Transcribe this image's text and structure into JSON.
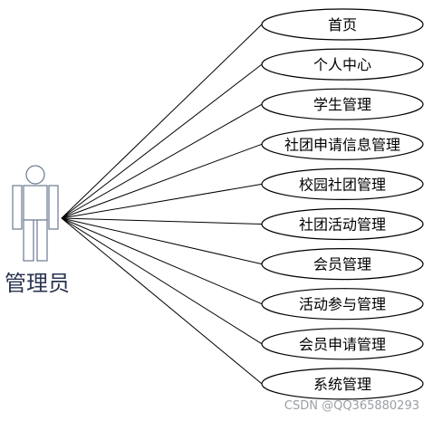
{
  "actor": {
    "name": "管理员",
    "icon": "stick-figure-actor-icon"
  },
  "use_cases": [
    {
      "label": "首页"
    },
    {
      "label": "个人中心"
    },
    {
      "label": "学生管理"
    },
    {
      "label": "社团申请信息管理"
    },
    {
      "label": "校园社团管理"
    },
    {
      "label": "社团活动管理"
    },
    {
      "label": "会员管理"
    },
    {
      "label": "活动参与管理"
    },
    {
      "label": "会员申请管理"
    },
    {
      "label": "系统管理"
    }
  ],
  "watermark": "CSDN @QQ365880293",
  "colors": {
    "lines": "#000000",
    "actor_outline": "#6b7a8f",
    "actor_text": "#2a3550"
  }
}
